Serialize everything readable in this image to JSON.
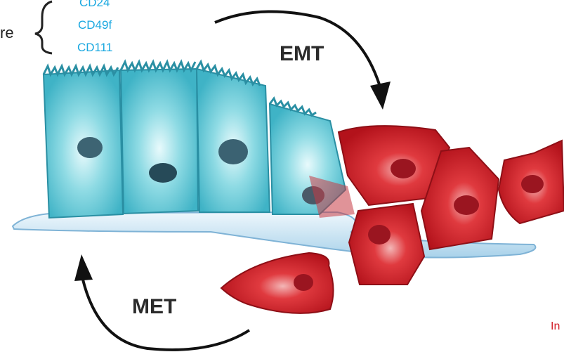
{
  "left_label": {
    "text": "re"
  },
  "epithelial_markers": [
    "CD24",
    "CD49f",
    "CD111"
  ],
  "process_labels": {
    "emt": "EMT",
    "met": "MET"
  },
  "right_label": {
    "text": "In"
  },
  "colors": {
    "epithelial_cell": "#5fc7d4",
    "epithelial_cell_dark": "#2e9fb3",
    "mesenchymal_cell": "#d4202a",
    "mesenchymal_cell_dark": "#8e0f16",
    "basement_membrane": "#cfe6f3",
    "marker_text": "#1aa8e0",
    "arrow": "#111111",
    "right_label_text": "#d3202a"
  }
}
